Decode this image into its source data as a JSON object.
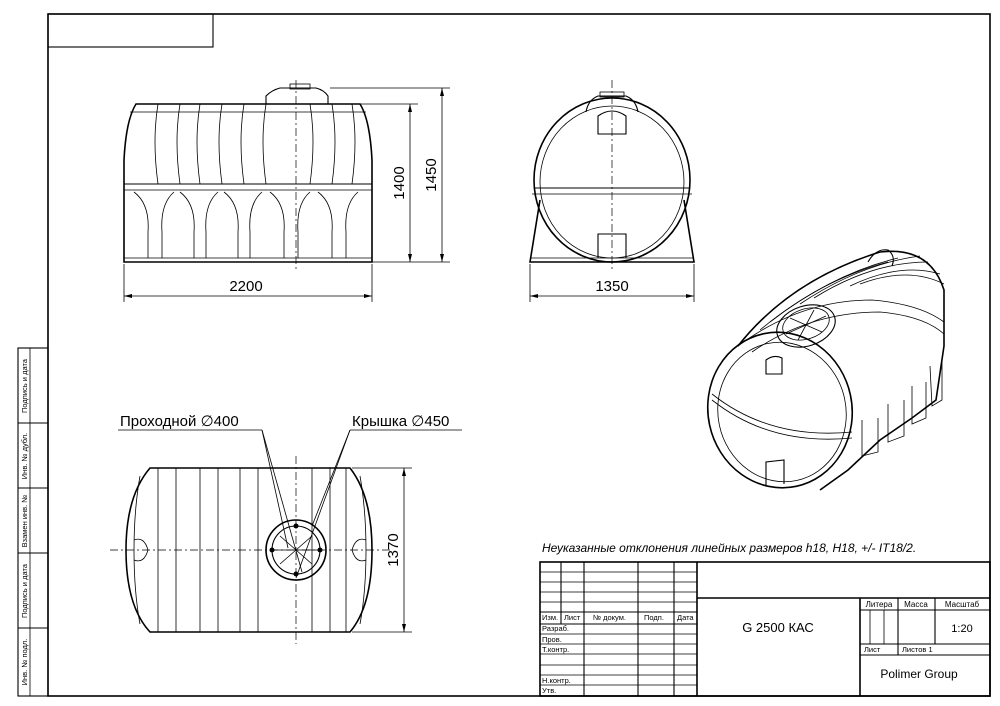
{
  "dimensions": {
    "side_length": "2200",
    "side_height_body": "1400",
    "side_height_total": "1450",
    "front_width": "1350",
    "top_width": "1370"
  },
  "callouts": {
    "passage": "Проходной ∅400",
    "lid": "Крышка ∅450"
  },
  "note": "Неуказанные отклонения линейных размеров h18, H18,  +/- IT18/2.",
  "side_stamps": [
    "Подпись и дата",
    "Инв. № дубл.",
    "Взамен инв. №",
    "Подпись и дата",
    "Инв. № подл."
  ],
  "title_block": {
    "headers": [
      "Изм.",
      "Лист",
      "№ докум.",
      "Подп.",
      "Дата"
    ],
    "roles": [
      "Разраб.",
      "Пров.",
      "Т.контр.",
      "Н.контр.",
      "Утв."
    ],
    "designation": "G 2500 КАС",
    "litera_label": "Литера",
    "mass_label": "Масса",
    "scale_label": "Масштаб",
    "scale_value": "1:20",
    "sheet_label": "Лист",
    "sheets_label": "Листов 1",
    "company": "Polimer Group"
  }
}
